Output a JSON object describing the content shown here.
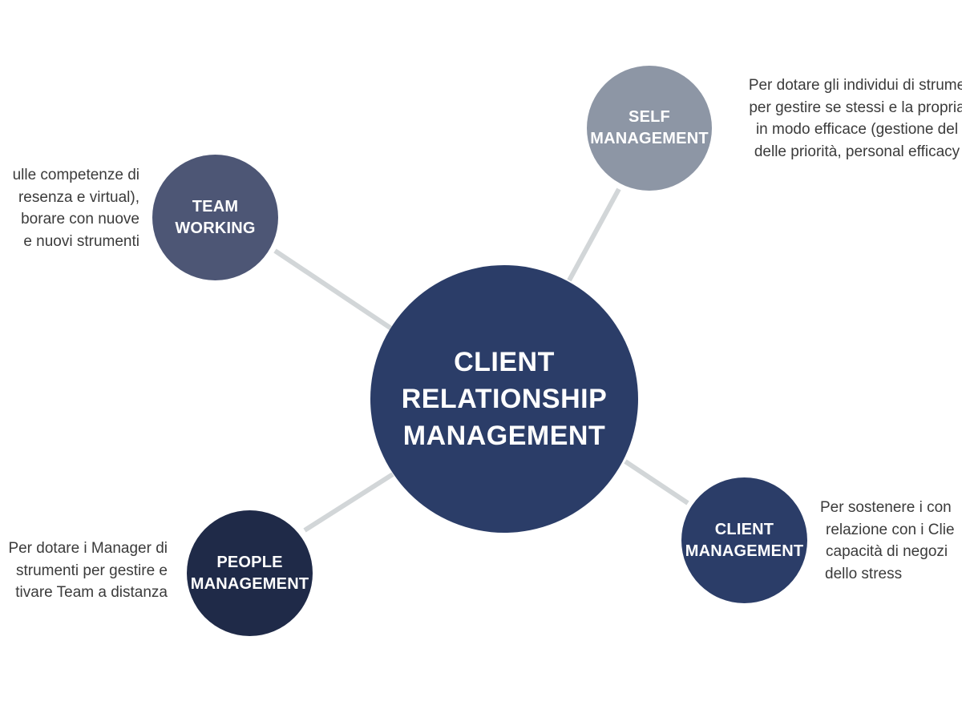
{
  "diagram": {
    "center": {
      "lines": [
        "CLIENT",
        "RELATIONSHIP",
        "MANAGEMENT"
      ],
      "color": "#2b3d68"
    },
    "connector_color": "#d2d6d8",
    "nodes": [
      {
        "id": "self-management",
        "lines": [
          "SELF",
          "MANAGEMENT"
        ],
        "color": "#8d96a5",
        "description": [
          "Per dotare gli individui di strume",
          "per gestire se stessi e la propria",
          "in modo efficace (gestione del",
          "delle priorità, personal efficacy"
        ]
      },
      {
        "id": "team-working",
        "lines": [
          "TEAM",
          "WORKING"
        ],
        "color": "#4d5675",
        "description": [
          "ulle competenze di",
          "resenza e virtual),",
          "borare con nuove",
          "e nuovi strumenti"
        ]
      },
      {
        "id": "client-management",
        "lines": [
          "CLIENT",
          "MANAGEMENT"
        ],
        "color": "#2b3d68",
        "description": [
          "Per sostenere i con",
          "relazione con i Clie",
          "capacità di negozi",
          "dello stress"
        ]
      },
      {
        "id": "people-management",
        "lines": [
          "PEOPLE",
          "MANAGEMENT"
        ],
        "color": "#1f2a48",
        "description": [
          "Per dotare i Manager di",
          "strumenti per gestire e",
          "tivare Team a distanza"
        ]
      }
    ]
  }
}
